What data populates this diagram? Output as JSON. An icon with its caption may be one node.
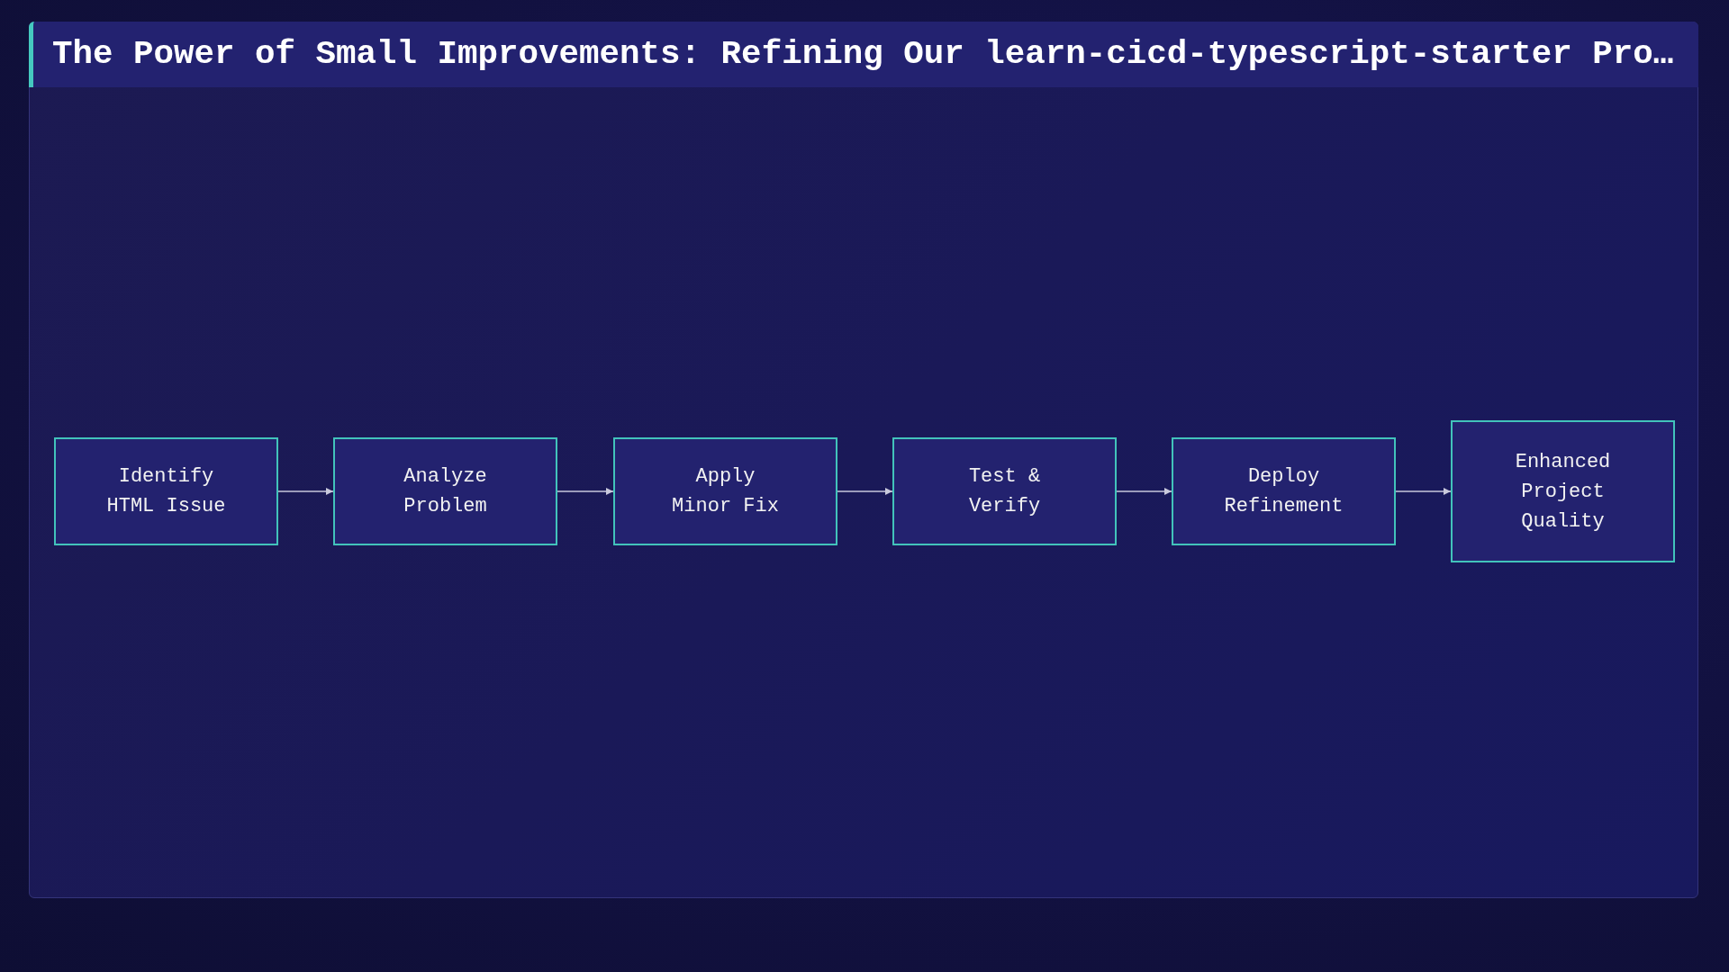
{
  "diagram": {
    "title": "The Power of Small Improvements: Refining Our learn-cicd-typescript-starter Pro…",
    "nodes": [
      {
        "text": [
          "Identify HTML Issue"
        ]
      },
      {
        "text": [
          "Analyze Problem"
        ]
      },
      {
        "text": [
          "Apply Minor Fix"
        ]
      },
      {
        "text": [
          "Test & Verify"
        ]
      },
      {
        "text": [
          "Deploy Refinement"
        ]
      },
      {
        "text": [
          "Enhanced Project Quality"
        ]
      }
    ],
    "edges": [
      {
        "from": 0,
        "to": 1,
        "arrow": "to"
      },
      {
        "from": 1,
        "to": 2,
        "arrow": "to"
      },
      {
        "from": 2,
        "to": 3,
        "arrow": "to"
      },
      {
        "from": 3,
        "to": 4,
        "arrow": "to"
      },
      {
        "from": 4,
        "to": 5,
        "arrow": "to"
      }
    ]
  }
}
